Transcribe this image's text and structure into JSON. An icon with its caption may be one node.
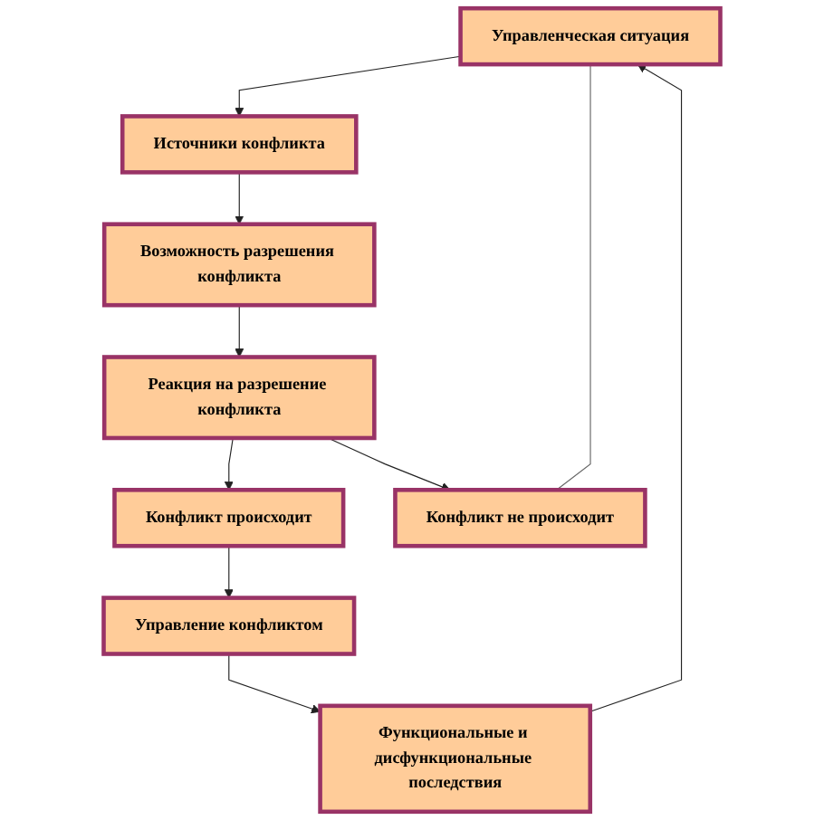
{
  "diagram": {
    "nodes": [
      {
        "text": [
          "Управленческая ситуация"
        ]
      },
      {
        "text": [
          "Источники конфликта"
        ]
      },
      {
        "text": [
          "Возможность разрешения конфликта"
        ]
      },
      {
        "text": [
          "Реакция на разрешение конфликта"
        ]
      },
      {
        "text": [
          "Конфликт происходит"
        ]
      },
      {
        "text": [
          "Управление конфликтом"
        ]
      },
      {
        "text": [
          "Функциональные и дисфункциональные последствия"
        ]
      },
      {
        "text": [
          "Конфликт не происходит"
        ]
      }
    ],
    "edges": [
      {
        "from": 0,
        "to": 1,
        "arrow": "to"
      },
      {
        "from": 1,
        "to": 2,
        "arrow": "to"
      },
      {
        "from": 2,
        "to": 3,
        "arrow": "to"
      },
      {
        "from": 3,
        "to": 4,
        "arrow": "to"
      },
      {
        "from": 4,
        "to": 5,
        "arrow": "to"
      },
      {
        "from": 5,
        "to": 6,
        "arrow": "to"
      },
      {
        "from": 3,
        "to": 7,
        "arrow": "to"
      },
      {
        "from": 7,
        "to": 0,
        "arrow": "none",
        "color": "#666666"
      },
      {
        "from": 6,
        "to": 0,
        "arrow": "to"
      }
    ]
  }
}
